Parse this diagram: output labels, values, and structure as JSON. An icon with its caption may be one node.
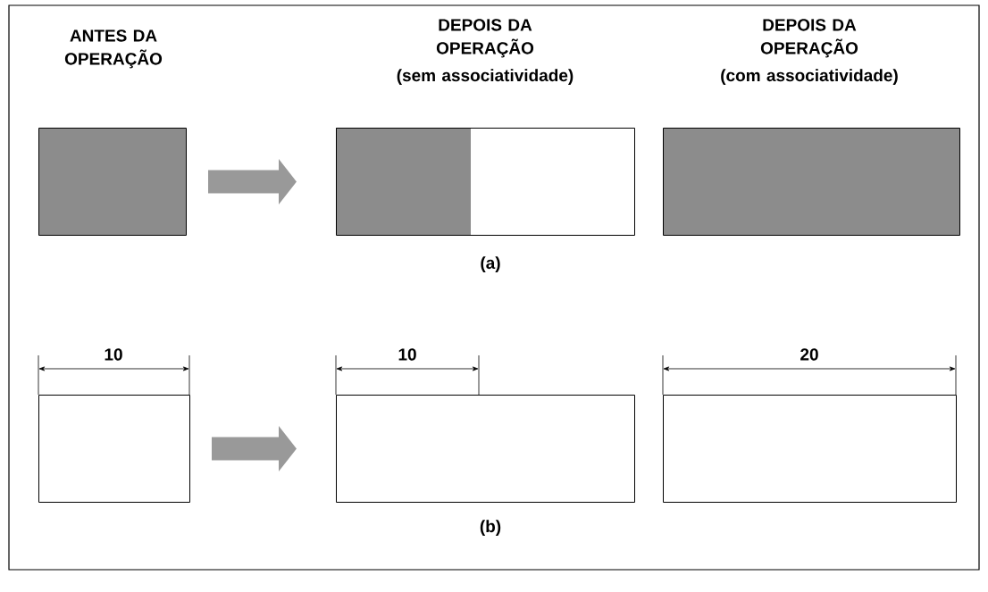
{
  "diagram": {
    "nodes": [
      {
        "text": [],
        "shape": "box"
      },
      {
        "text": [],
        "shape": "box"
      },
      {
        "text": [],
        "shape": "box"
      },
      {
        "text": [],
        "shape": "box"
      },
      {
        "text": [],
        "shape": "box"
      },
      {
        "text": [],
        "shape": "box"
      }
    ],
    "edges": [
      {
        "from": 0,
        "to": 1,
        "arrow": "to"
      },
      {
        "from": 3,
        "to": 4,
        "arrow": "to"
      }
    ],
    "labels": [
      "ANTES DA OPERAÇÃO",
      "DEPOIS DA OPERAÇÃO",
      "(sem associatividade)",
      "DEPOIS DA OPERAÇÃO",
      "(com associatividade)",
      "(a)",
      "10",
      "10",
      "20",
      "(b)"
    ]
  }
}
